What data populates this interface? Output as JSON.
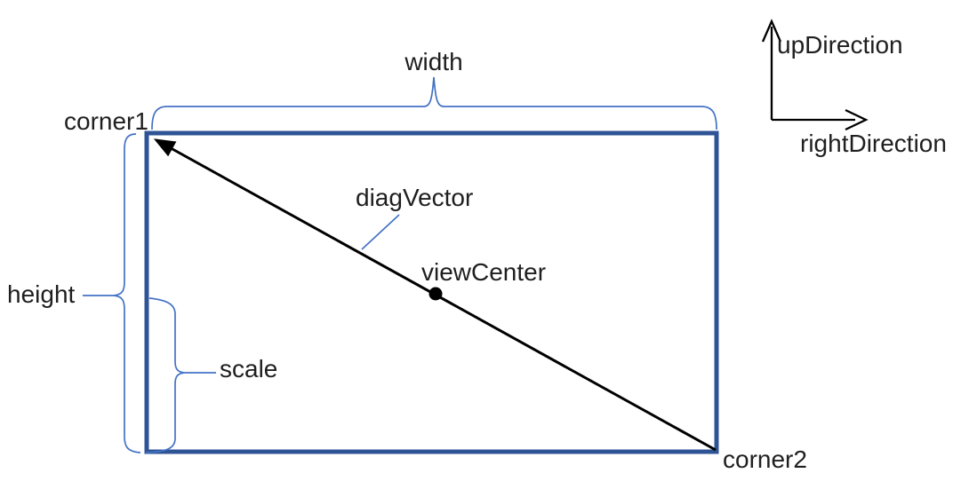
{
  "diagram": {
    "labels": {
      "corner1": "corner1",
      "corner2": "corner2",
      "width": "width",
      "height": "height",
      "scale": "scale",
      "diag_vector": "diagVector",
      "view_center": "viewCenter",
      "up_direction": "upDirection",
      "right_direction": "rightDirection"
    },
    "colors": {
      "rect_border": "#2F5496",
      "brace_blue": "#4472C4",
      "arrow_black": "#000000",
      "text": "#1F1F1F",
      "background": "#FFFFFF"
    }
  }
}
